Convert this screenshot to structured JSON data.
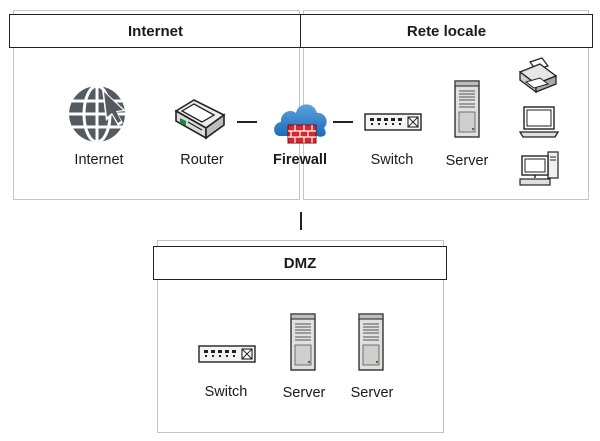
{
  "zones": {
    "internet": {
      "title": "Internet"
    },
    "lan": {
      "title": "Rete locale"
    },
    "dmz": {
      "title": "DMZ"
    }
  },
  "nodes": {
    "internet": {
      "label": "Internet",
      "icon": "globe-icon"
    },
    "router": {
      "label": "Router",
      "icon": "router-icon"
    },
    "firewall": {
      "label": "Firewall",
      "icon": "firewall-cloud-icon"
    },
    "lan_switch": {
      "label": "Switch",
      "icon": "switch-icon"
    },
    "lan_server": {
      "label": "Server",
      "icon": "server-icon"
    },
    "dmz_switch": {
      "label": "Switch",
      "icon": "switch-icon"
    },
    "dmz_server_1": {
      "label": "Server",
      "icon": "server-icon"
    },
    "dmz_server_2": {
      "label": "Server",
      "icon": "server-icon"
    }
  },
  "devices": {
    "printer": {
      "icon": "printer-icon"
    },
    "laptop": {
      "icon": "laptop-icon"
    },
    "desktop": {
      "icon": "desktop-computer-icon"
    }
  },
  "colors": {
    "zone_border": "#c4c4c4",
    "header_border": "#222222",
    "firewall_cloud": "#2f7fc8",
    "firewall_brick": "#d6282e",
    "globe": "#555a60"
  }
}
